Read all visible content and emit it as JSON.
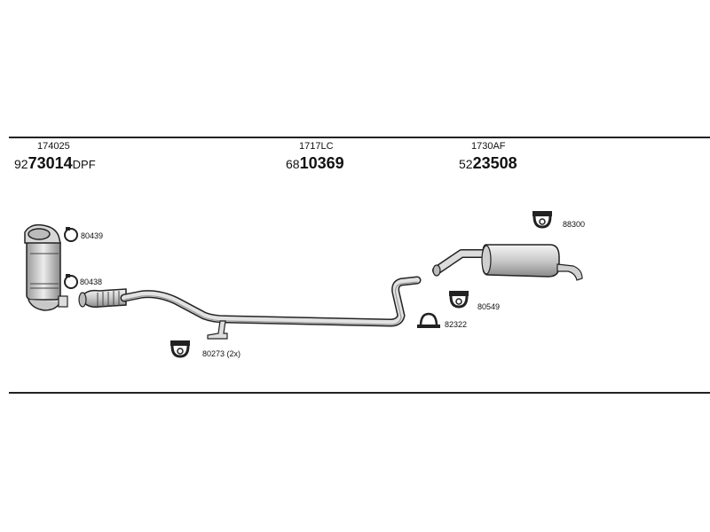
{
  "headers": [
    {
      "code": "174025",
      "part_prefix": "92",
      "part_main": "73014",
      "part_suffix": "DPF"
    },
    {
      "code": "1717LC",
      "part_prefix": "68",
      "part_main": "10369",
      "part_suffix": ""
    },
    {
      "code": "1730AF",
      "part_prefix": "52",
      "part_main": "23508",
      "part_suffix": ""
    }
  ],
  "labels": {
    "clamp_top": "80439",
    "clamp_bottom": "80438",
    "hanger_rear": "88300",
    "hanger_mid": "80549",
    "clamp_mid": "82322",
    "hanger_front": "80273 (2x)"
  }
}
